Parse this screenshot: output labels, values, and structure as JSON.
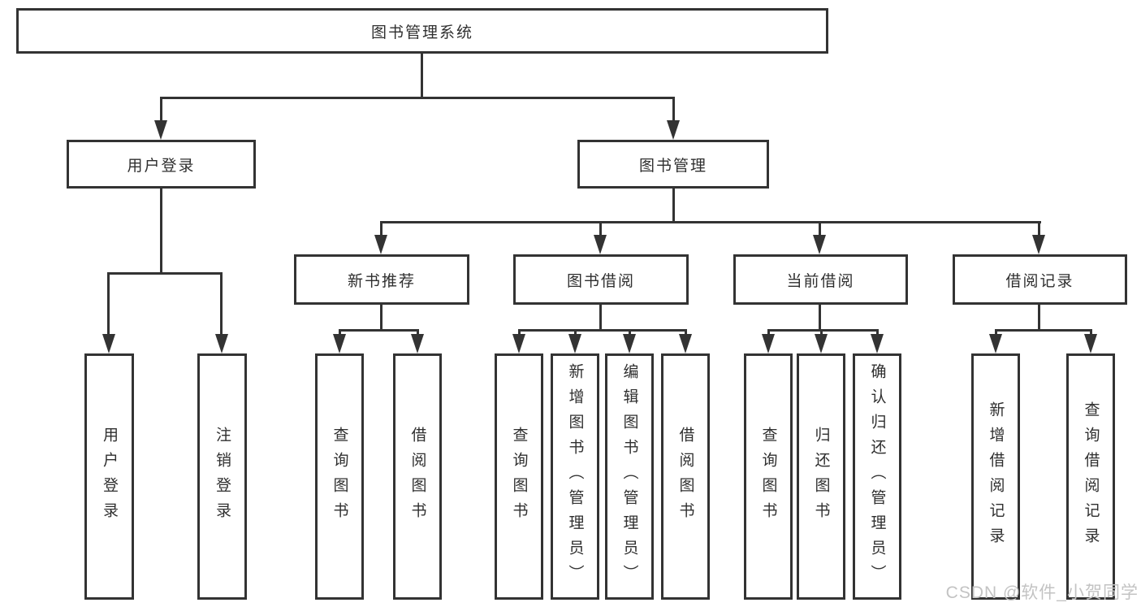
{
  "nodes": {
    "root": "图书管理系统",
    "level2": [
      "用户登录",
      "图书管理"
    ],
    "level3": [
      "新书推荐",
      "图书借阅",
      "当前借阅",
      "借阅记录"
    ],
    "leaves": {
      "login": [
        "用户登录",
        "注销登录"
      ],
      "recommend": [
        "查询图书",
        "借阅图书"
      ],
      "borrow": [
        "查询图书",
        "新增图书（管理员）",
        "编辑图书（管理员）",
        "借阅图书"
      ],
      "current": [
        "查询图书",
        "归还图书",
        "确认归还（管理员）"
      ],
      "records": [
        "新增借阅记录",
        "查询借阅记录"
      ]
    }
  },
  "watermark": "CSDN @软件_小贺同学",
  "colors": {
    "line": "#333333",
    "text": "#2f2f2f",
    "background": "#ffffff",
    "watermark": "#c3c3c3"
  }
}
